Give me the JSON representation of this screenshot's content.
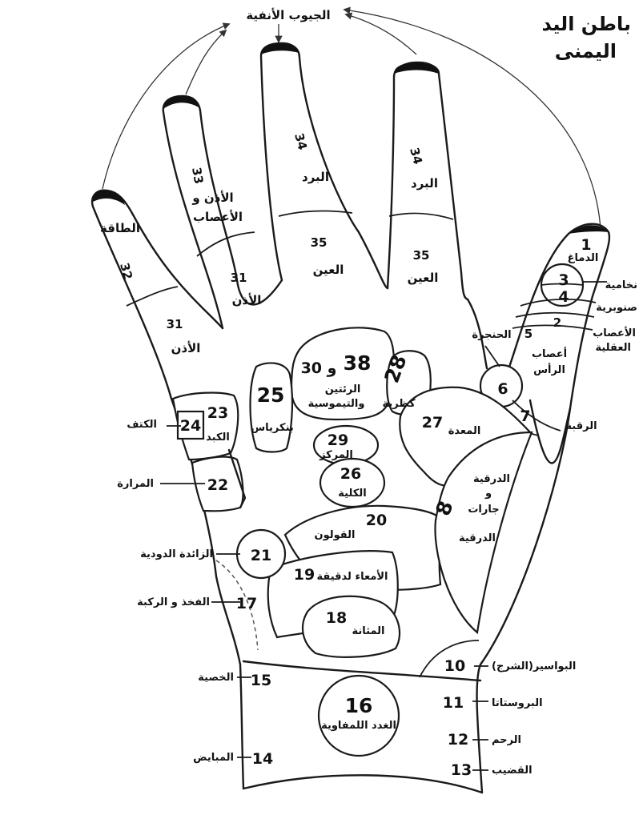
{
  "title": {
    "line1": "باطن اليد",
    "line2": "اليمنى"
  },
  "top_label": "الجيوب الأنفية",
  "pinky": {
    "n_top": "32",
    "l_top": "الطاقة",
    "n_bot": "31",
    "l_bot": "الأذن"
  },
  "ring": {
    "n_top": "33",
    "l_top_1": "الأذن و",
    "l_top_2": "الأعصاب",
    "n_bot": "31",
    "l_bot": "الأذن"
  },
  "middle": {
    "n_top": "34",
    "l_top": "البرد",
    "n_bot": "35",
    "l_bot": "العين"
  },
  "index": {
    "n_top": "34",
    "l_top": "البرد",
    "n_bot": "35",
    "l_bot": "العين"
  },
  "thumb": {
    "n1": "1",
    "l1": "الدماغ",
    "n3": "3",
    "l3": "نخامية",
    "n4": "4",
    "l4": "صنوبرية",
    "n2": "2",
    "l2_1": "الأعصاب",
    "l2_2": "العقلية",
    "n5": "5",
    "l5_1": "أعصاب",
    "l5_2": "الرأس"
  },
  "zones": {
    "z6": {
      "n": "6",
      "l": "الحنجرة"
    },
    "z7": {
      "n": "7",
      "l": "الرقبة"
    },
    "z38": {
      "n": "38",
      "n2": "30 و",
      "l1": "الرئتين",
      "l2": "والتيموسية"
    },
    "z28": {
      "n": "28",
      "l": "كظرية"
    },
    "z25": {
      "n": "25",
      "l": "بنكرياس"
    },
    "z27": {
      "n": "27",
      "l": "المعدة"
    },
    "z29": {
      "n": "29",
      "l": "المركز"
    },
    "z26": {
      "n": "26",
      "l": "الكلية"
    },
    "z23": {
      "n": "23",
      "l": "الكبد"
    },
    "z24": {
      "n": "24",
      "l": "الكتف"
    },
    "z22": {
      "n": "22",
      "l": "المرارة"
    },
    "z8": {
      "n": "8",
      "l1": "الدرقية",
      "l2": "و",
      "l3": "جارات",
      "l4": "الدرقية"
    },
    "z20": {
      "n": "20",
      "l": "القولون"
    },
    "z21": {
      "n": "21",
      "l": "الزائدة الدودية"
    },
    "z19": {
      "n": "19",
      "l": "الأمعاء لدقيقة"
    },
    "z18": {
      "n": "18",
      "l": "المثانة"
    },
    "z17": {
      "n": "17",
      "l": "الفخذ و الركبة"
    },
    "z15": {
      "n": "15",
      "l": "الخصية"
    },
    "z16": {
      "n": "16",
      "l": "الغدد اللمفاوية"
    },
    "z14": {
      "n": "14",
      "l": "المبايض"
    },
    "z10": {
      "n": "10",
      "l": "البواسير(الشرج)"
    },
    "z11": {
      "n": "11",
      "l": "البروستاتا"
    },
    "z12": {
      "n": "12",
      "l": "الرحم"
    },
    "z13": {
      "n": "13",
      "l": "القضيب"
    }
  }
}
